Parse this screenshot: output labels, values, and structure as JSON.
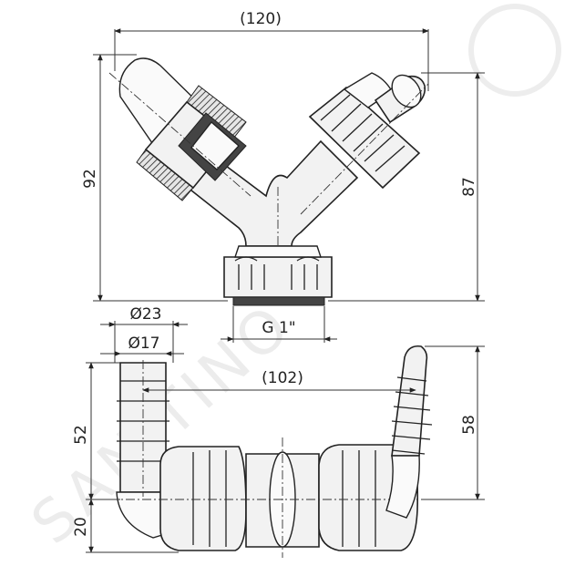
{
  "brand": {
    "watermark": "SANITINO"
  },
  "dimensions": {
    "top_width": "(120)",
    "left_height": "92",
    "right_height": "87",
    "thread": "G 1\"",
    "outer_dia": "Ø23",
    "inner_dia": "Ø17",
    "center_span": "(102)",
    "hose_height_left": "52",
    "hose_height_right": "58",
    "base_offset": "20"
  }
}
